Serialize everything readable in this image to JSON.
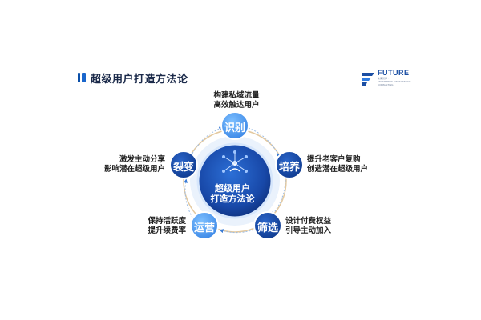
{
  "header": {
    "title": "超级用户打造方法论",
    "logo_name": "FUTURE",
    "logo_sub1": "未来智库 ·",
    "logo_sub2": "ENTERPRISE MANAGEMENT",
    "logo_sub3": "CONSULTING"
  },
  "center": {
    "line1": "超级用户",
    "line2": "打造方法论"
  },
  "stages": [
    {
      "name": "识别",
      "desc1": "构建私域流量",
      "desc2": "高效触达用户"
    },
    {
      "name": "培养",
      "desc1": "提升老客户复购",
      "desc2": "创造潜在超级用户"
    },
    {
      "name": "筛选",
      "desc1": "设计付费权益",
      "desc2": "引导主动加入"
    },
    {
      "name": "运营",
      "desc1": "保持活跃度",
      "desc2": "提升续费率"
    },
    {
      "name": "裂变",
      "desc1": "激发主动分享",
      "desc2": "影响潜在超级用户"
    }
  ],
  "colors": {
    "accent": "#1a56b8",
    "ring": "#e3c9a0",
    "light_blue": "#5ea8f0"
  }
}
